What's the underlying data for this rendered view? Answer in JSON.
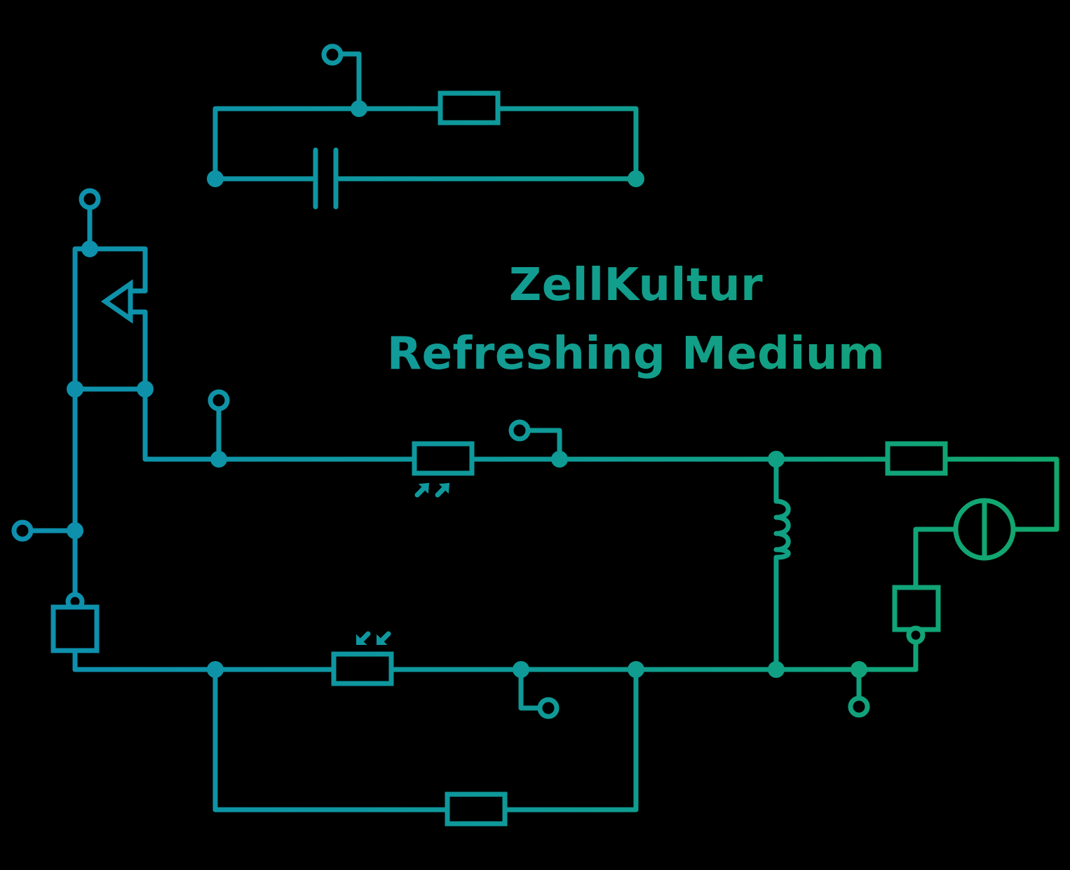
{
  "title": {
    "line1": "ZellKultur",
    "line2": "Refreshing Medium"
  },
  "colors": {
    "background": "#000000",
    "gradient_start": "#0e8fb0",
    "gradient_mid": "#0f9a98",
    "gradient_end": "#12a86a"
  },
  "diagram": {
    "type": "decorative circuit schematic",
    "components": [
      {
        "kind": "resistor",
        "label": "resistor-top"
      },
      {
        "kind": "capacitor",
        "label": "capacitor-top"
      },
      {
        "kind": "diode",
        "label": "diode-left"
      },
      {
        "kind": "photoresistor",
        "label": "photoresistor-emitting"
      },
      {
        "kind": "photoresistor",
        "label": "photoresistor-receiving"
      },
      {
        "kind": "resistor",
        "label": "resistor-right"
      },
      {
        "kind": "inductor",
        "label": "inductor"
      },
      {
        "kind": "lamp",
        "label": "lamp"
      },
      {
        "kind": "fuse-box",
        "label": "box-left"
      },
      {
        "kind": "fuse-box",
        "label": "box-right"
      },
      {
        "kind": "resistor",
        "label": "resistor-bottom"
      }
    ]
  }
}
